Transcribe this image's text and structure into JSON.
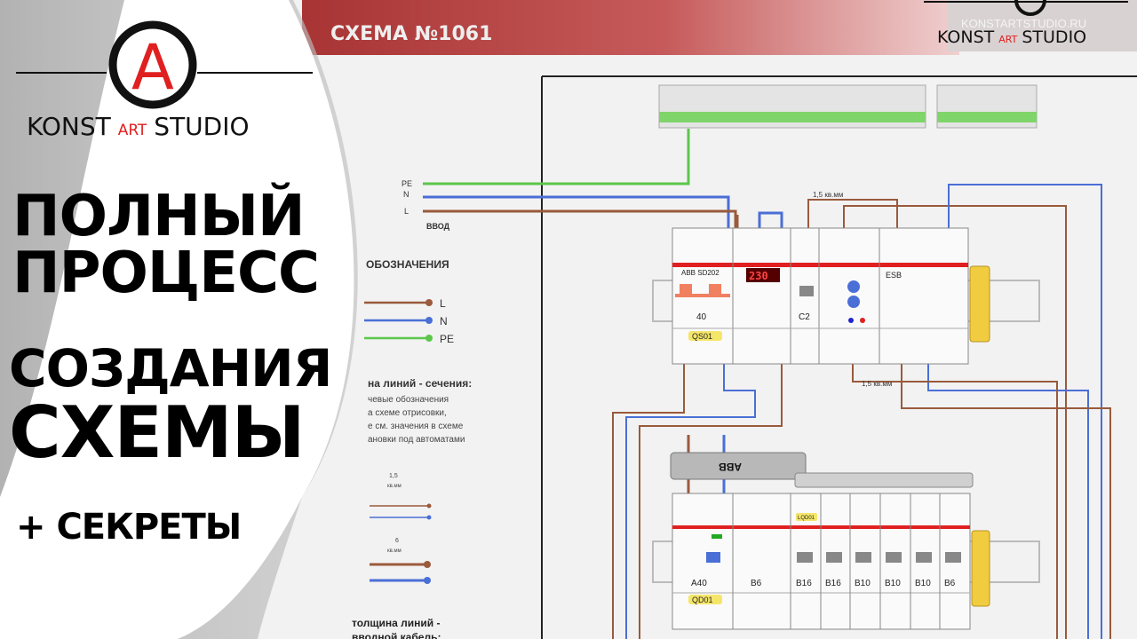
{
  "header": {
    "title": "СХЕМА №1061",
    "watermark": "KONSTARTSTUDIO.RU"
  },
  "logo": {
    "left": "KONST",
    "middle": "ART",
    "right": "STUDIO",
    "letter": "A"
  },
  "headline": {
    "line1": "ПОЛНЫЙ",
    "line2": "ПРОЦЕСС",
    "line3": "СОЗДАНИЯ",
    "line4": "СХЕМЫ",
    "line5": "+ СЕКРЕТЫ"
  },
  "input_labels": {
    "pe": "PE",
    "n": "N",
    "l": "L",
    "vvod": "ВВОД",
    "section_top": "1,5 кв.мм",
    "section_bottom": "1,5 кв.мм"
  },
  "legend": {
    "title": "ОБОЗНАЧЕНИЯ",
    "items": [
      {
        "label": "L",
        "color": "#9a5a3c"
      },
      {
        "label": "N",
        "color": "#4a6fd6"
      },
      {
        "label": "PE",
        "color": "#5cc64a"
      }
    ],
    "sections_title": "на линий - сечения:",
    "sections_text": [
      "чевые обозначения",
      "а схеме отрисовки,",
      "е см. значения в схеме",
      "ановки под автоматами"
    ],
    "size1_value": "1,5",
    "size1_unit": "кв.мм",
    "size2_value": "6",
    "size2_unit": "кв.мм",
    "thickness_title": "толщина линий -",
    "thickness_sub": "вводной кабель:"
  },
  "top_row": {
    "sd202_label": "ABB SD202",
    "sd202_rating": "40",
    "sd202_tag": "QS01",
    "voltmeter": "230",
    "c2": "C2",
    "esb": "ESB"
  },
  "bottom_row": {
    "busbar_brand": "ABB",
    "main_rating": "A40",
    "main_tag": "QD01",
    "sub_tag": "LQD01",
    "breakers": [
      "B6",
      "B16",
      "B16",
      "B10",
      "B10",
      "B10",
      "B6"
    ]
  },
  "colors": {
    "phase": "#9a5a3c",
    "neutral": "#4a6fd6",
    "earth": "#5cc64a",
    "accent_red": "#e02020",
    "header_red": "#b84040",
    "tag_yellow": "#f5e66a"
  }
}
